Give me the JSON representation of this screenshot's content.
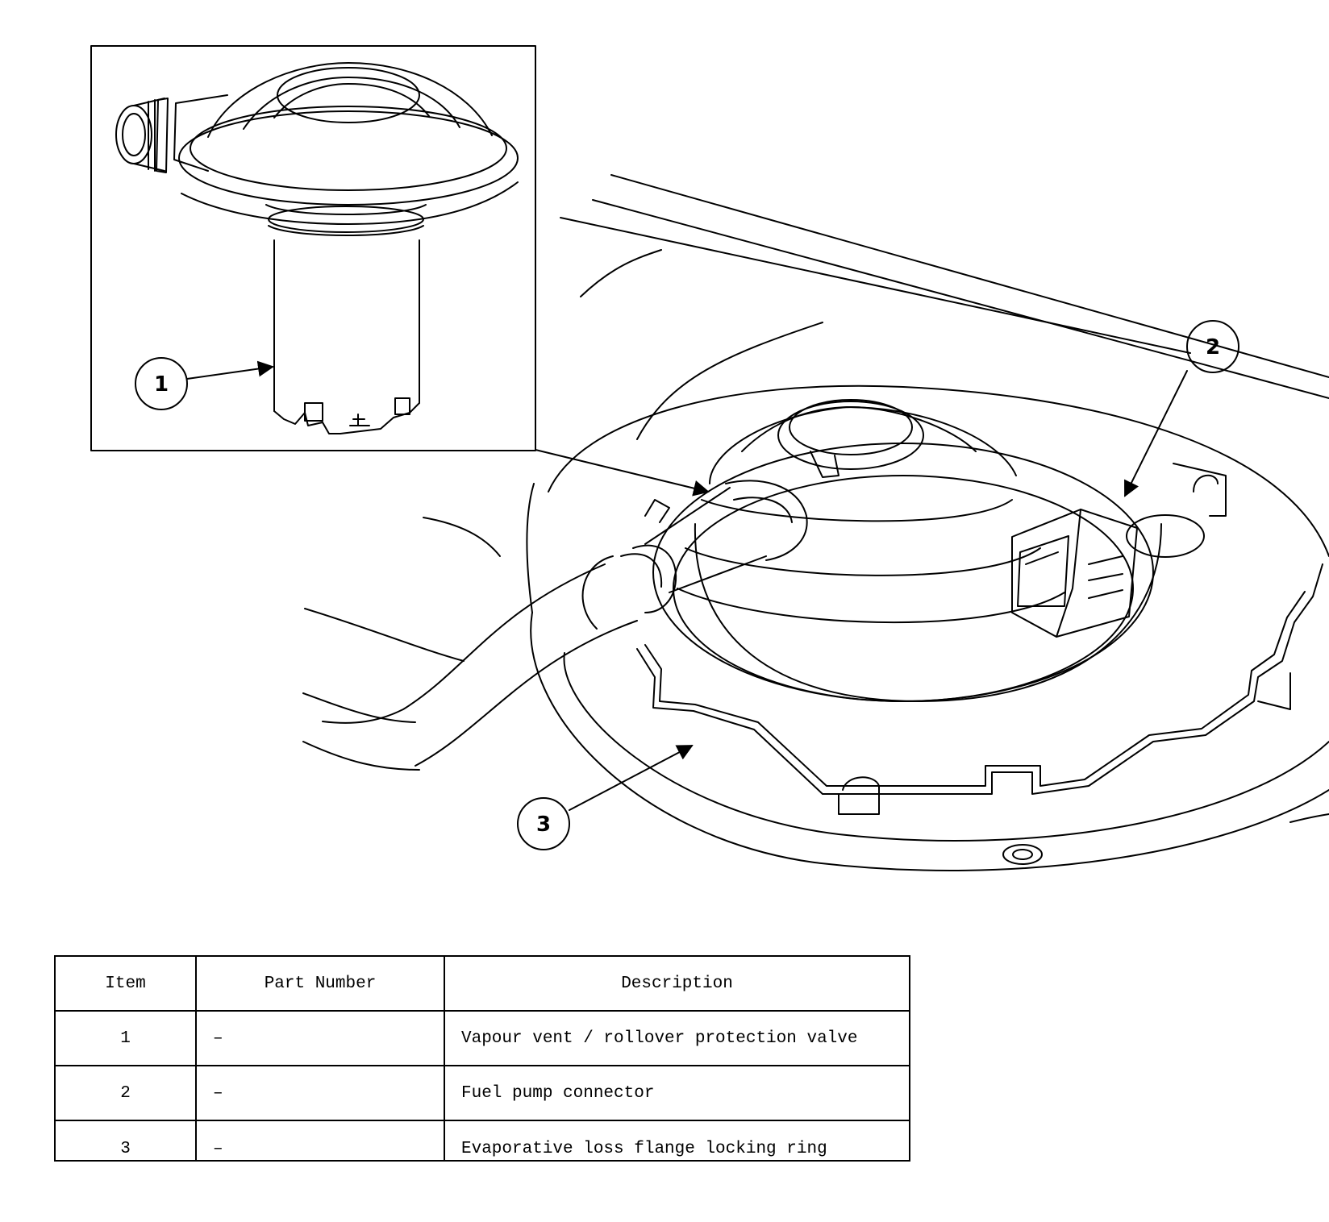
{
  "callouts": [
    {
      "label": "1"
    },
    {
      "label": "2"
    },
    {
      "label": "3"
    }
  ],
  "table": {
    "headers": [
      "Item",
      "Part Number",
      "Description"
    ],
    "rows": [
      {
        "item": "1",
        "part_number": "–",
        "description": "Vapour vent / rollover protection valve"
      },
      {
        "item": "2",
        "part_number": "–",
        "description": "Fuel pump connector"
      },
      {
        "item": "3",
        "part_number": "–",
        "description": "Evaporative loss flange locking ring"
      }
    ]
  }
}
